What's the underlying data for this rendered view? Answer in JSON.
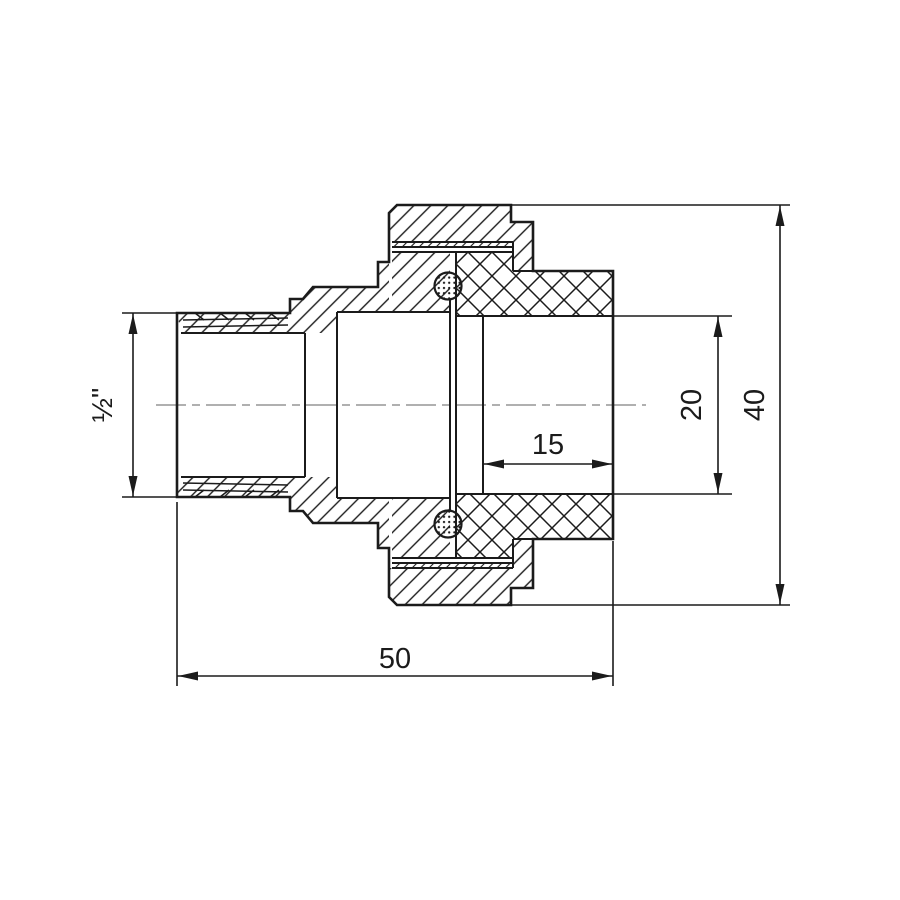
{
  "drawing": {
    "subject": "pipe-union-fitting-cross-section",
    "background": "#ffffff",
    "line_color": "#1b1b1b",
    "centerline_color": "#b0b0b0",
    "dimensions": {
      "thread_size": "½\"",
      "socket_depth": "15",
      "bore_diameter": "20",
      "outer_diameter": "40",
      "overall_length": "50"
    }
  }
}
